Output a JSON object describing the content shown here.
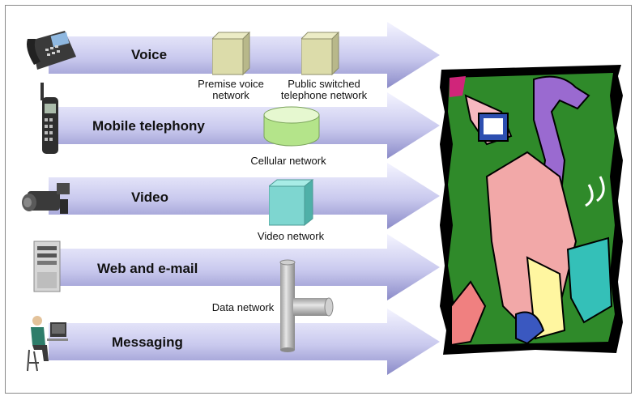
{
  "channels": [
    {
      "label": "Voice",
      "icon": "desk-phone-icon"
    },
    {
      "label": "Mobile telephony",
      "icon": "mobile-phone-icon"
    },
    {
      "label": "Video",
      "icon": "camcorder-icon"
    },
    {
      "label": "Web and e-mail",
      "icon": "server-tower-icon"
    },
    {
      "label": "Messaging",
      "icon": "person-at-computer-icon"
    }
  ],
  "networks": {
    "premise_voice": "Premise voice\nnetwork",
    "pstn": "Public switched\ntelephone network",
    "cellular": "Cellular network",
    "video": "Video network",
    "data": "Data network"
  },
  "colors": {
    "arrow_light": "#e8e8f8",
    "arrow_dark": "#8c8cc8",
    "premise_box": "#dcdcaa",
    "cellular_disk": "#c8eea0",
    "video_box": "#7ed6d0",
    "data_pipe": "#b4b4b4",
    "collage_green": "#2f8a2a"
  }
}
